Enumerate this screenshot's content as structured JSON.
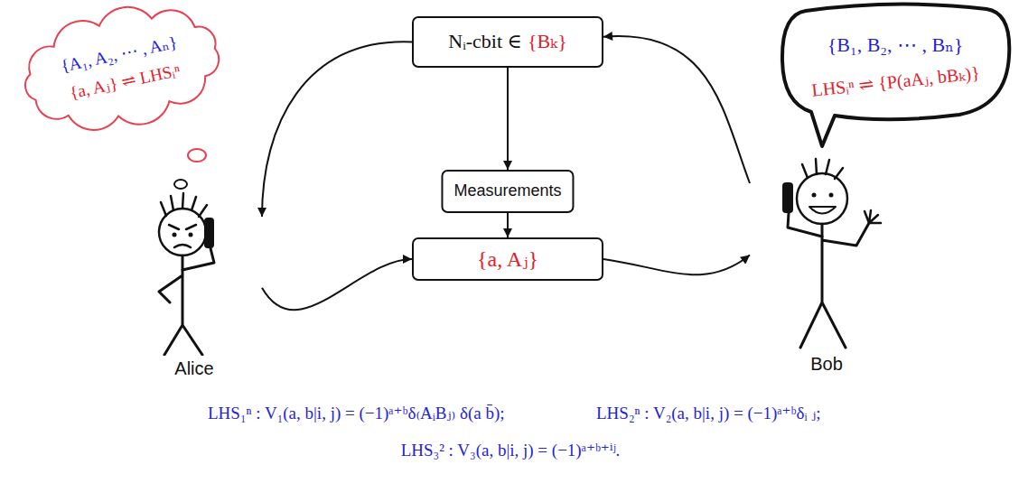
{
  "diagram": {
    "nodes": [
      {
        "text": [
          "{A₁, A₂, ⋯ , Aₙ}",
          "{a, Aⱼ} ⇌ LHSᵢⁿ"
        ]
      },
      {
        "text": [
          "Nᵢ-cbit ∈",
          "{Bₖ}"
        ]
      },
      {
        "text": [
          "{B₁, B₂, ⋯ , Bₙ}",
          "LHSᵢⁿ ⇌ {P(aAⱼ, bBₖ)}"
        ]
      },
      {
        "text": [
          "Measurements"
        ]
      },
      {
        "text": [
          "Alice"
        ]
      },
      {
        "text": [
          "{a, Aⱼ}"
        ]
      },
      {
        "text": [
          "Bob"
        ]
      }
    ],
    "edges": [
      {
        "from": 1,
        "to": 3,
        "arrow": "to"
      },
      {
        "from": 3,
        "to": 5,
        "arrow": "to"
      },
      {
        "from": 1,
        "to": 4,
        "arrow": "to"
      },
      {
        "from": 4,
        "to": 5,
        "arrow": "to"
      },
      {
        "from": 5,
        "to": 6,
        "arrow": "to"
      },
      {
        "from": 6,
        "to": 1,
        "arrow": "to"
      }
    ],
    "labels": [
      "LHS₁ⁿ : V₁(a, b|i, j) = (−1)ᵃ⁺ᵇδ₍AᵢBⱼ₎ δ(a b̄);",
      "LHS₂ⁿ : V₂(a, b|i, j) = (−1)ᵃ⁺ᵇδᵢ ⱼ;",
      "LHS₃² : V₃(a, b|i, j) = (−1)ᵃ⁺ᵇ⁺ⁱʲ."
    ]
  }
}
